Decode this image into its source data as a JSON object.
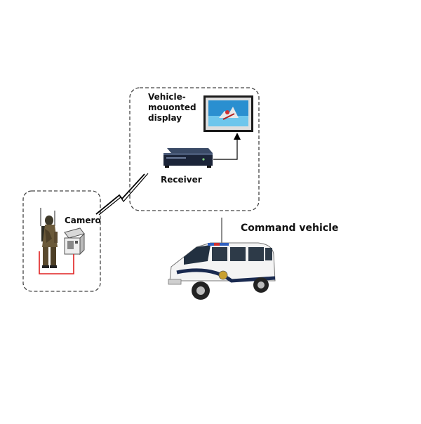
{
  "labels": {
    "vehicle_display": "Vehicle-\nmouonted\ndisplay",
    "receiver": "Receiver",
    "camera": "Camero",
    "command_vehicle": "Command vehicle"
  },
  "icons": {
    "display": "monitor-icon",
    "receiver": "rack-receiver-icon",
    "soldier": "soldier-icon",
    "camera": "camera-icon",
    "vehicle": "police-van-icon",
    "wireless": "lightning-link-icon"
  },
  "colors": {
    "boundary": "#444444",
    "cable": "#e02020",
    "arrow": "#000000"
  }
}
